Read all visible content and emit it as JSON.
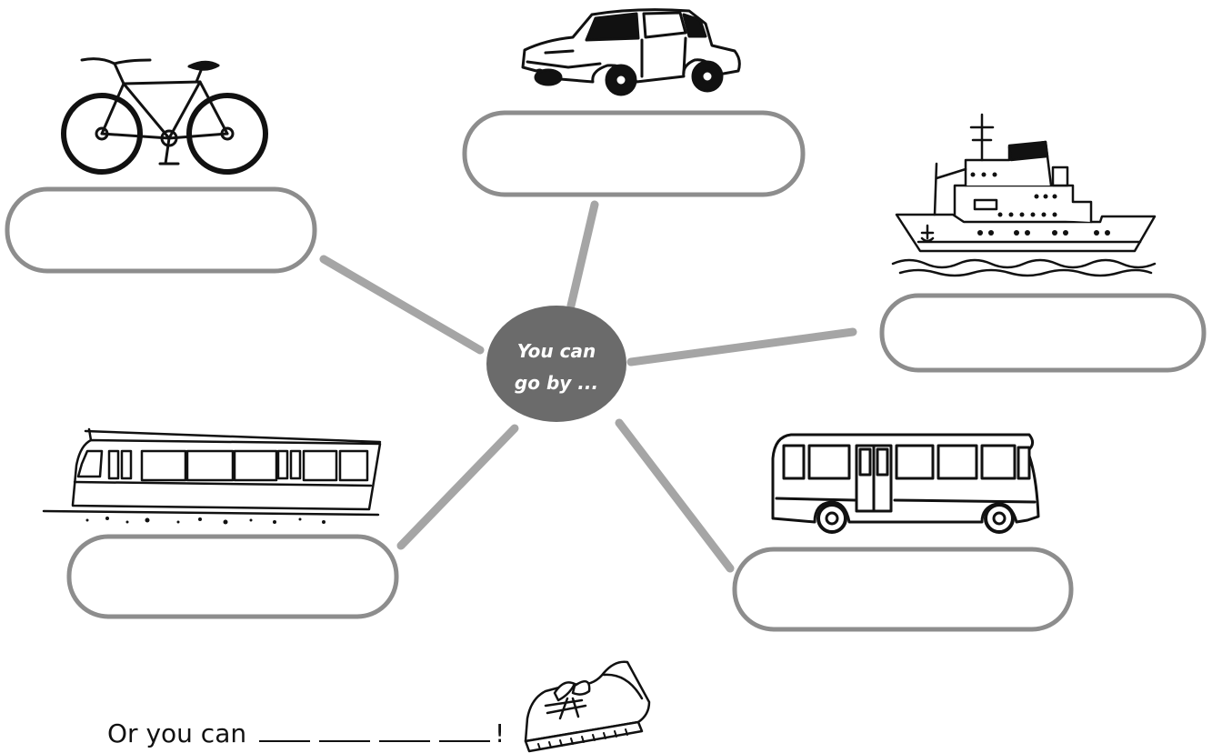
{
  "center": {
    "line1": "You can",
    "line2": "go by ..."
  },
  "items": [
    {
      "id": "bicycle",
      "icon": "bicycle-icon"
    },
    {
      "id": "car",
      "icon": "car-icon"
    },
    {
      "id": "ship",
      "icon": "ship-icon"
    },
    {
      "id": "train",
      "icon": "train-icon"
    },
    {
      "id": "bus",
      "icon": "bus-icon"
    }
  ],
  "answer_boxes": [
    "",
    "",
    "",
    "",
    ""
  ],
  "footer": {
    "prefix": "Or you can",
    "suffix": "!",
    "blank_count": 4,
    "icon": "shoe-icon"
  },
  "colors": {
    "connector": "#a5a5a5",
    "box_border": "#8d8d8d",
    "center_fill": "#6b6b6b"
  }
}
